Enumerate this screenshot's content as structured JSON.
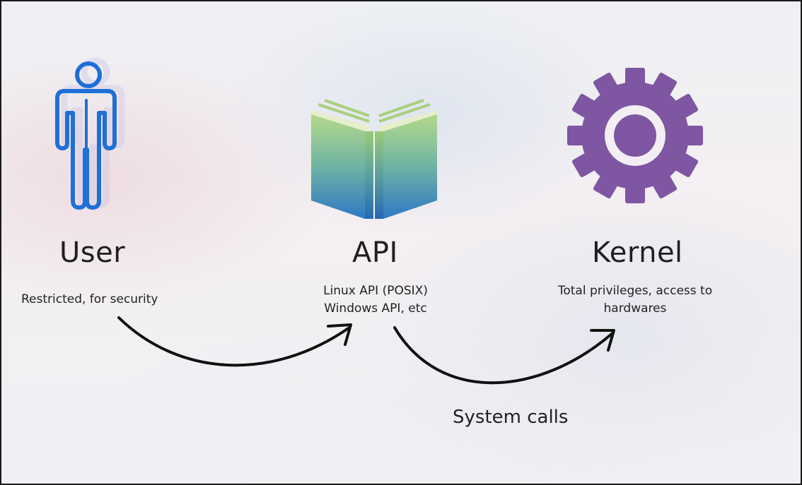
{
  "nodes": [
    {
      "id": "user",
      "title": "User",
      "description": [
        "Restricted, for security"
      ],
      "icon": "person-icon",
      "color": "#1f6fd6"
    },
    {
      "id": "api",
      "title": "API",
      "description": [
        "Linux API (POSIX)",
        "Windows API, etc"
      ],
      "icon": "open-book-icon",
      "color": "#3c86c8"
    },
    {
      "id": "kernel",
      "title": "Kernel",
      "description": [
        "Total privileges, access to",
        "hardwares"
      ],
      "icon": "gear-icon",
      "color": "#7e56a2"
    }
  ],
  "edges": [
    {
      "from": "user",
      "to": "api",
      "label": ""
    },
    {
      "from": "api",
      "to": "kernel",
      "label": "System calls"
    }
  ]
}
